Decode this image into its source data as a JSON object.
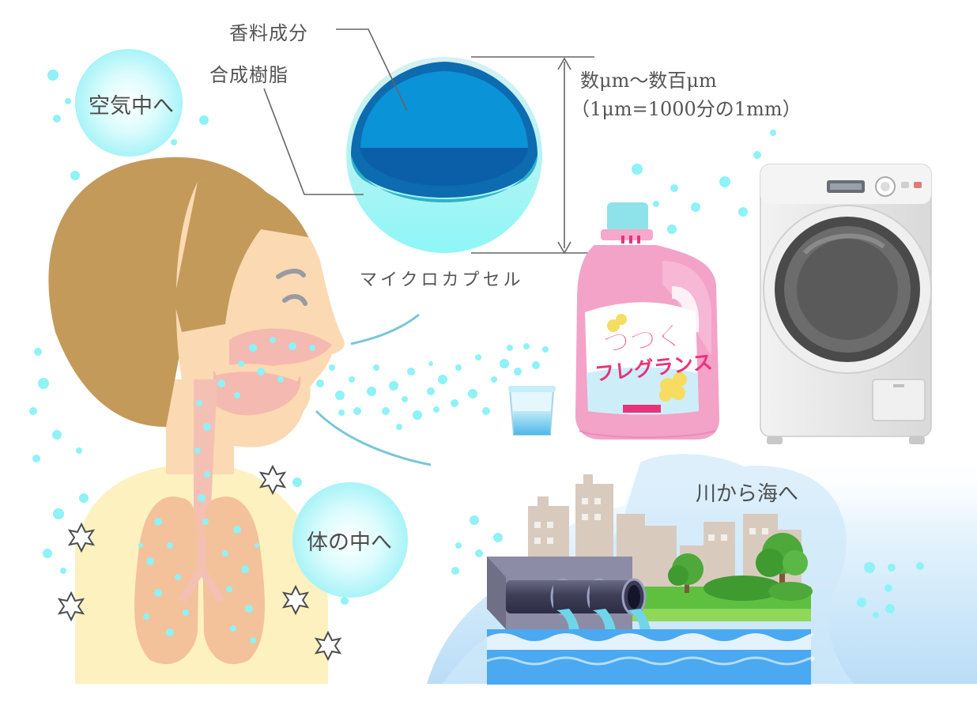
{
  "labels": {
    "fragrance_component": "香料成分",
    "synthetic_resin": "合成樹脂",
    "size_range": "数μm〜数百μm",
    "size_note": "（1μm=1000分の1mm）",
    "microcapsule": "マイクロカプセル",
    "into_air": "空気中へ",
    "into_body": "体の中へ",
    "river_to_sea": "川から海へ"
  },
  "bottle": {
    "line1": "つづく",
    "line2": "フレグランス"
  },
  "colors": {
    "capsule_outer": "#8ef6f6",
    "capsule_core": "#0a93d6",
    "particle": "#8ef2f7",
    "hair": "#c39a5a",
    "skin": "#fbd9b2",
    "lungs": "#f3c29a",
    "bottle_pink": "#f3a2c8",
    "bottle_cap": "#8ee3ea",
    "water": "#4aa9f0",
    "tree": "#4ea83a"
  }
}
